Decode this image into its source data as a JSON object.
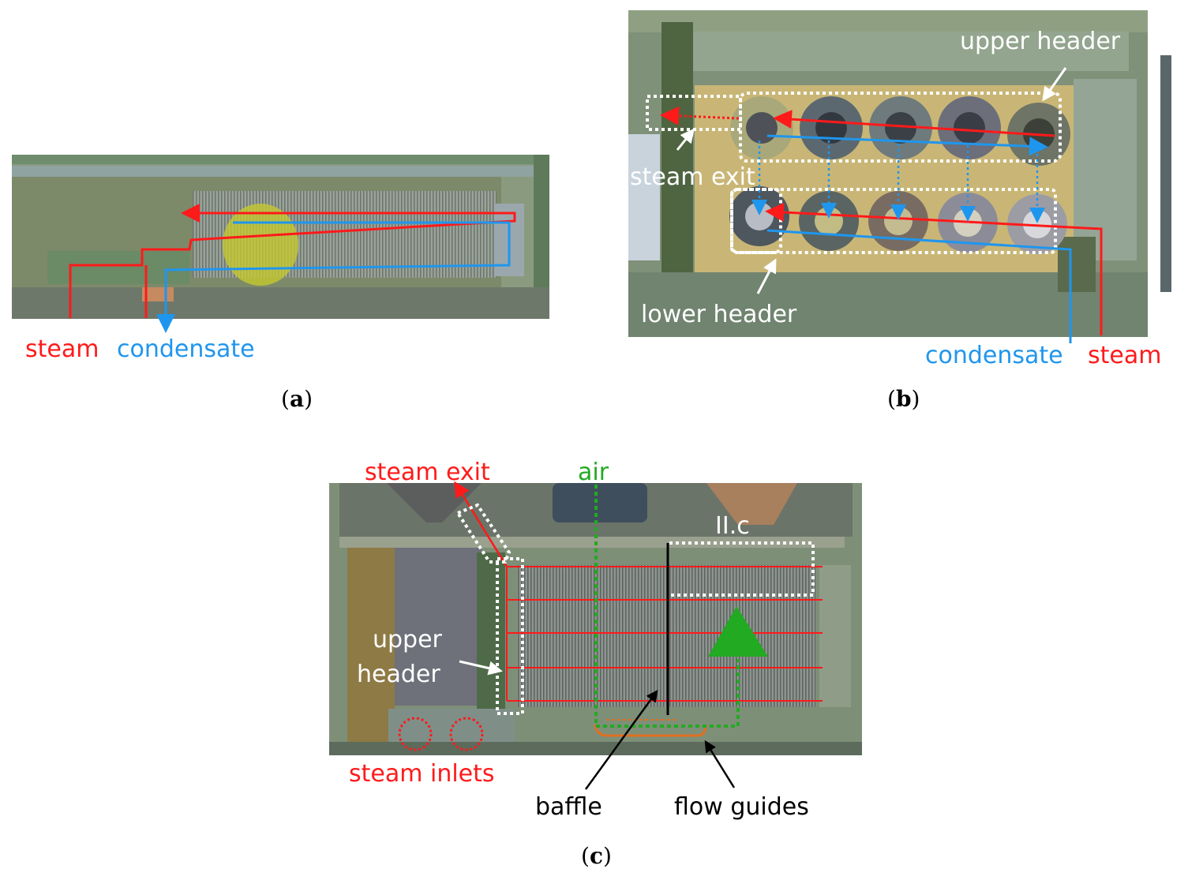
{
  "colors": {
    "steam": "#ff1a1a",
    "condensate": "#1f96ee",
    "air": "#22aa22",
    "flow_guides": "#e07020",
    "outline": "#ffffff"
  },
  "panel_a": {
    "caption": "a",
    "labels": {
      "steam": "steam",
      "condensate": "condensate"
    }
  },
  "panel_b": {
    "caption": "b",
    "labels": {
      "upper_header": "upper header",
      "steam_exit": "steam exit",
      "lower_header": "lower header",
      "condensate": "condensate",
      "steam": "steam"
    }
  },
  "panel_c": {
    "caption": "c",
    "labels": {
      "steam_exit": "steam exit",
      "air": "air",
      "section": "II.c",
      "upper_header_1": "upper",
      "upper_header_2": "header",
      "steam_inlets": "steam inlets",
      "baffle": "baffle",
      "flow_guides": "flow guides"
    }
  }
}
